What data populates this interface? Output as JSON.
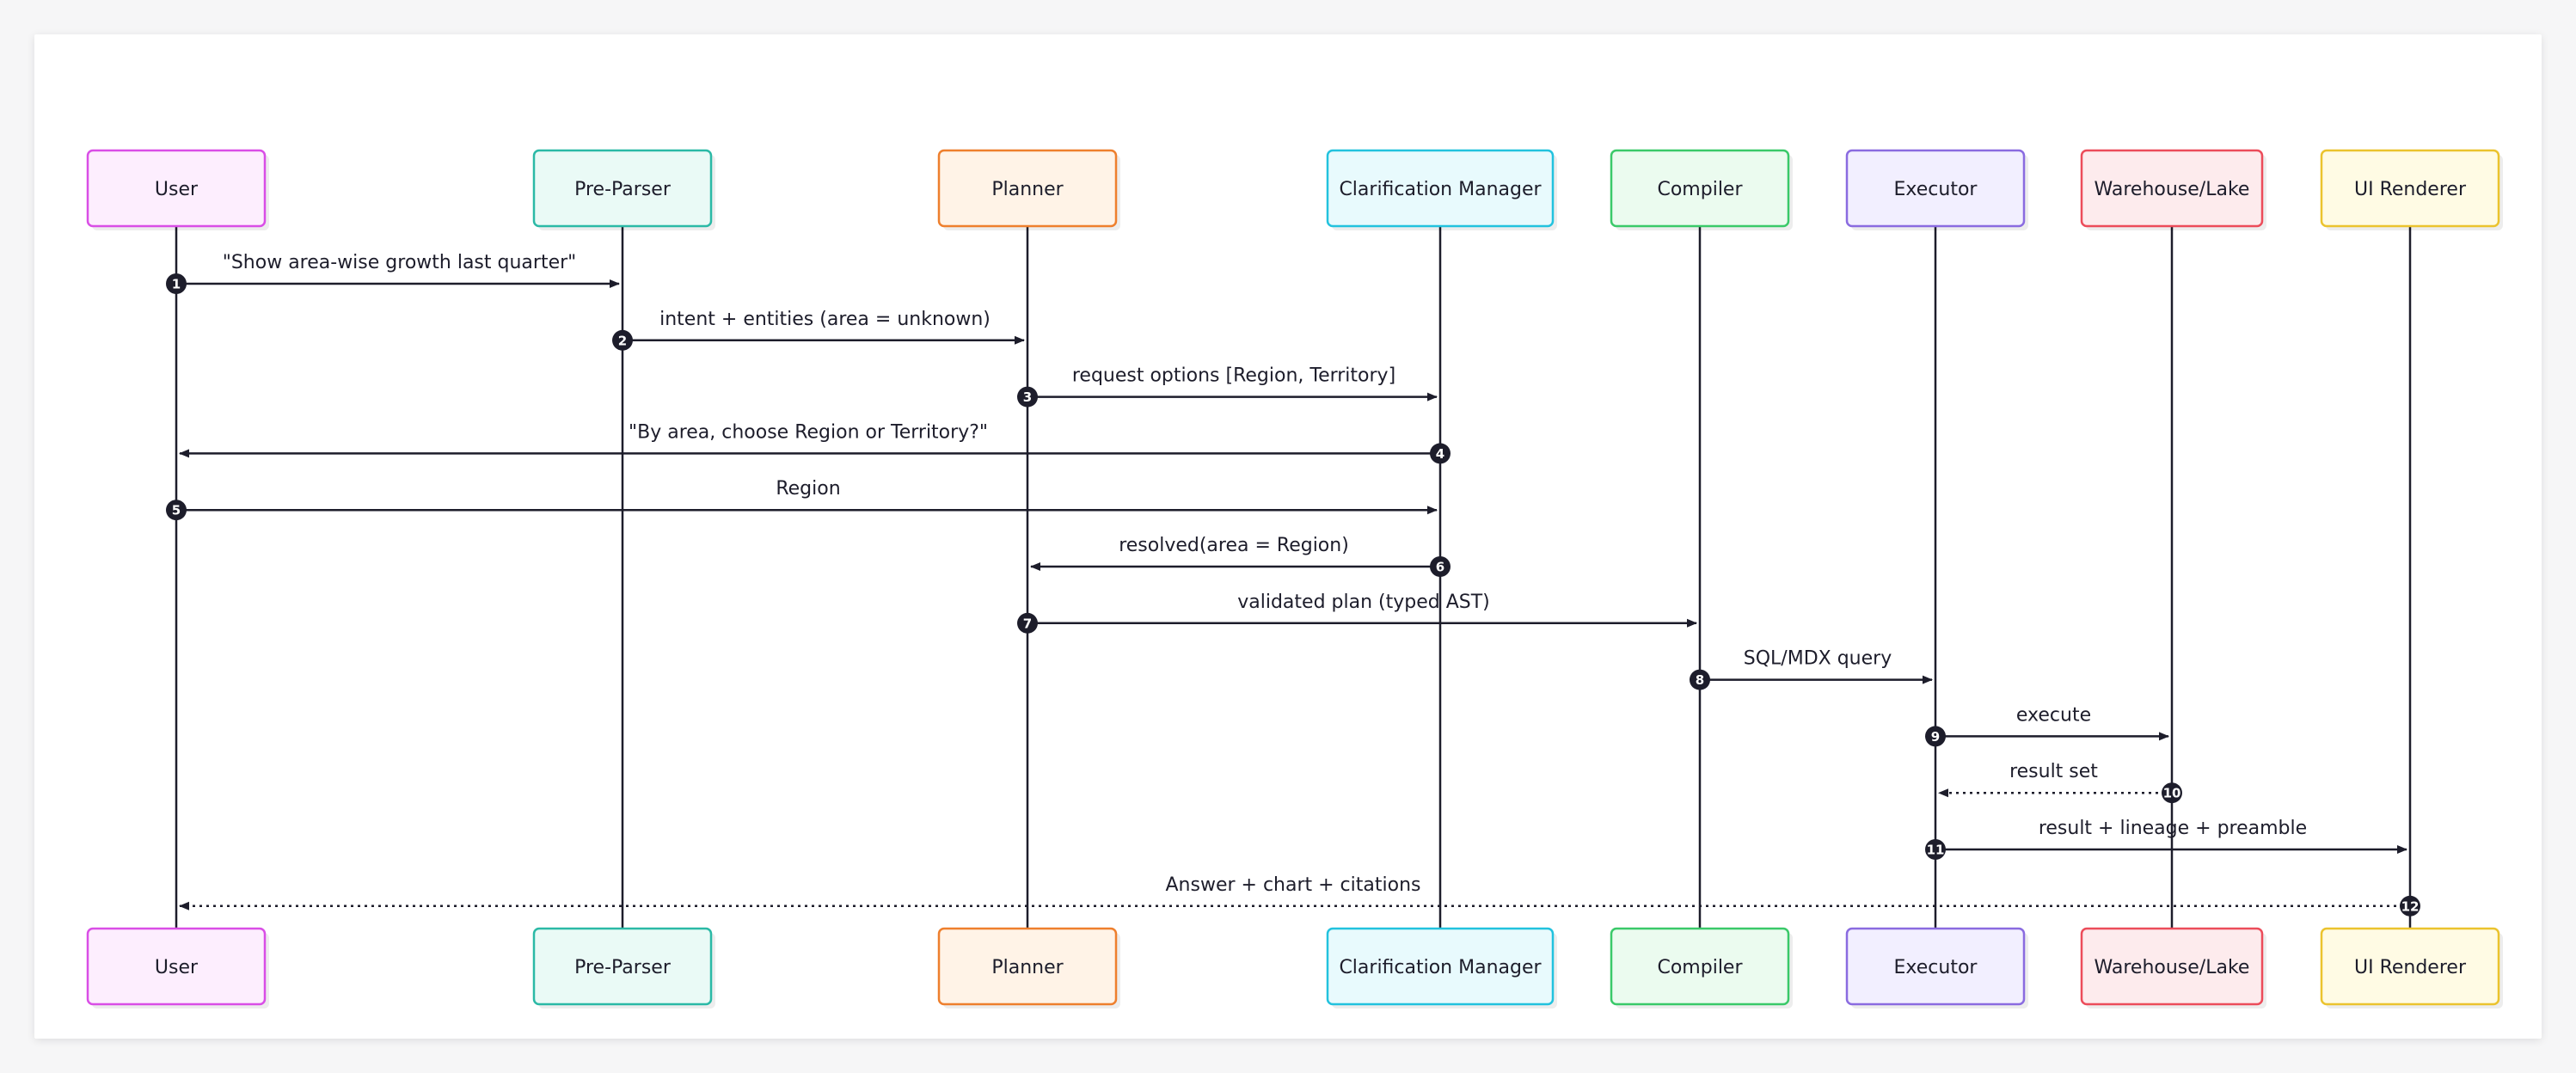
{
  "participants": [
    {
      "id": "user",
      "name": "User",
      "border": "#d94ee6",
      "fill": "#fdeefe"
    },
    {
      "id": "preparser",
      "name": "Pre-Parser",
      "border": "#2bb9a6",
      "fill": "#eafaf6"
    },
    {
      "id": "planner",
      "name": "Planner",
      "border": "#ee7f2d",
      "fill": "#fff3e7"
    },
    {
      "id": "clarification",
      "name": "Clarification Manager",
      "border": "#22c2de",
      "fill": "#e8fafd"
    },
    {
      "id": "compiler",
      "name": "Compiler",
      "border": "#3ac969",
      "fill": "#ebfbef"
    },
    {
      "id": "executor",
      "name": "Executor",
      "border": "#8a6be0",
      "fill": "#f2efff"
    },
    {
      "id": "warehouse",
      "name": "Warehouse/Lake",
      "border": "#ec4c5a",
      "fill": "#fdebed"
    },
    {
      "id": "renderer",
      "name": "UI Renderer",
      "border": "#ebc32e",
      "fill": "#fffbe4"
    }
  ],
  "messages": [
    {
      "n": "1",
      "from": "user",
      "to": "preparser",
      "label": "\"Show area-wise growth last quarter\"",
      "style": "solid"
    },
    {
      "n": "2",
      "from": "preparser",
      "to": "planner",
      "label": "intent + entities (area = unknown)",
      "style": "solid"
    },
    {
      "n": "3",
      "from": "planner",
      "to": "clarification",
      "label": "request options [Region, Territory]",
      "style": "solid"
    },
    {
      "n": "4",
      "from": "clarification",
      "to": "user",
      "label": "\"By area, choose Region or Territory?\"",
      "style": "solid"
    },
    {
      "n": "5",
      "from": "user",
      "to": "clarification",
      "label": "Region",
      "style": "solid"
    },
    {
      "n": "6",
      "from": "clarification",
      "to": "planner",
      "label": "resolved(area = Region)",
      "style": "solid"
    },
    {
      "n": "7",
      "from": "planner",
      "to": "compiler",
      "label": "validated plan (typed AST)",
      "style": "solid"
    },
    {
      "n": "8",
      "from": "compiler",
      "to": "executor",
      "label": "SQL/MDX query",
      "style": "solid"
    },
    {
      "n": "9",
      "from": "executor",
      "to": "warehouse",
      "label": "execute",
      "style": "solid"
    },
    {
      "n": "10",
      "from": "warehouse",
      "to": "executor",
      "label": "result set",
      "style": "dotted"
    },
    {
      "n": "11",
      "from": "executor",
      "to": "renderer",
      "label": "result + lineage + preamble",
      "style": "solid"
    },
    {
      "n": "12",
      "from": "renderer",
      "to": "user",
      "label": "Answer + chart + citations",
      "style": "dotted"
    }
  ],
  "colors": {
    "line": "#1d1d2b",
    "badge": "#1d1d2b"
  }
}
